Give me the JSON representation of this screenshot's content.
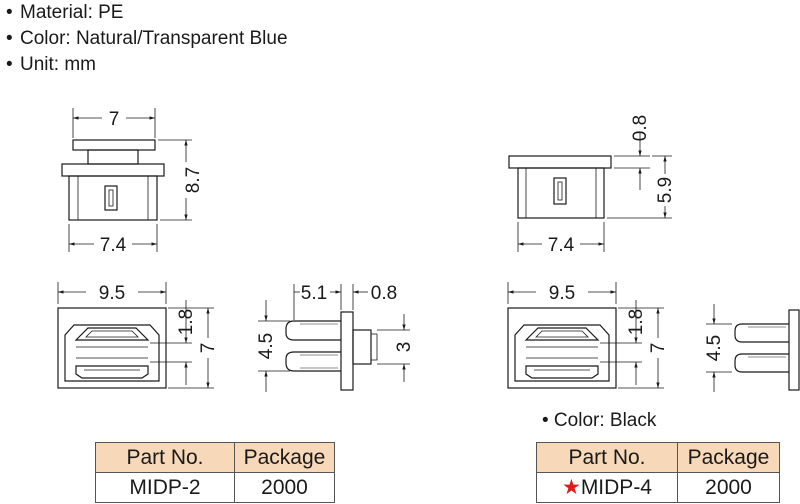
{
  "specs": {
    "material": "Material: PE",
    "color": "Color: Natural/Transparent Blue",
    "unit": "Unit: mm",
    "bullet": "•"
  },
  "dims": {
    "top_width": "7",
    "height_total": "8.7",
    "body_width": "7.4",
    "front_width": "9.5",
    "slot_pitch": "1.8",
    "front_height": "7",
    "side_depth": "5.1",
    "flange": "0.8",
    "pin_span": "4.5",
    "tab": "3",
    "r_flange": "0.8",
    "r_height": "5.9",
    "r_body_width": "7.4",
    "r_front_width": "9.5",
    "r_slot_pitch": "1.8",
    "r_front_height": "7",
    "r_pin_span": "4.5"
  },
  "black_note": "• Color: Black",
  "table_left": {
    "headers": [
      "Part No.",
      "Package"
    ],
    "rows": [
      [
        "MIDP-2",
        "2000"
      ]
    ]
  },
  "table_right": {
    "headers": [
      "Part No.",
      "Package"
    ],
    "star": "★",
    "rows": [
      [
        "MIDP-4",
        "2000"
      ]
    ]
  },
  "colors": {
    "header_fill": "#f7d8b8",
    "star": "#e01b1b",
    "line": "#1a1a1a"
  }
}
